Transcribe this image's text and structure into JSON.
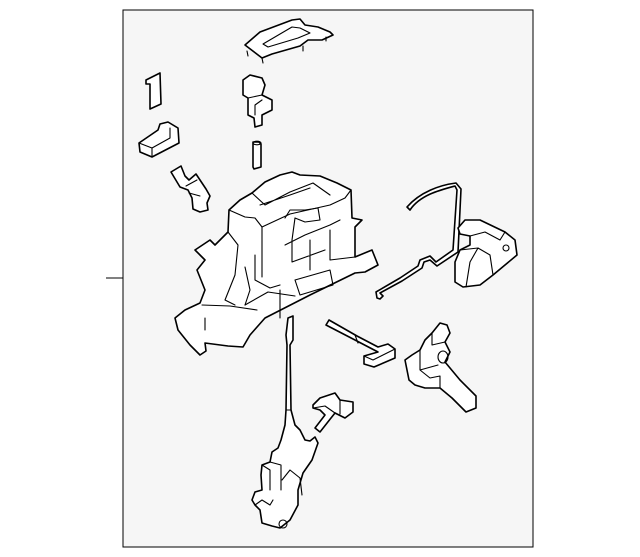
{
  "diagram": {
    "type": "exploded-parts-diagram",
    "colors": {
      "frame_fill": "#f6f6f6",
      "line": "#000000",
      "part_fill": "#ffffff"
    },
    "parts": [
      "shift-bezel-cover",
      "lock-clip",
      "block-insert",
      "retaining-clip",
      "shift-button",
      "pin",
      "shifter-housing",
      "shift-cable-rod",
      "cable-bracket",
      "release-rod",
      "detent-lever",
      "small-bracket",
      "shift-lever-assembly"
    ]
  }
}
